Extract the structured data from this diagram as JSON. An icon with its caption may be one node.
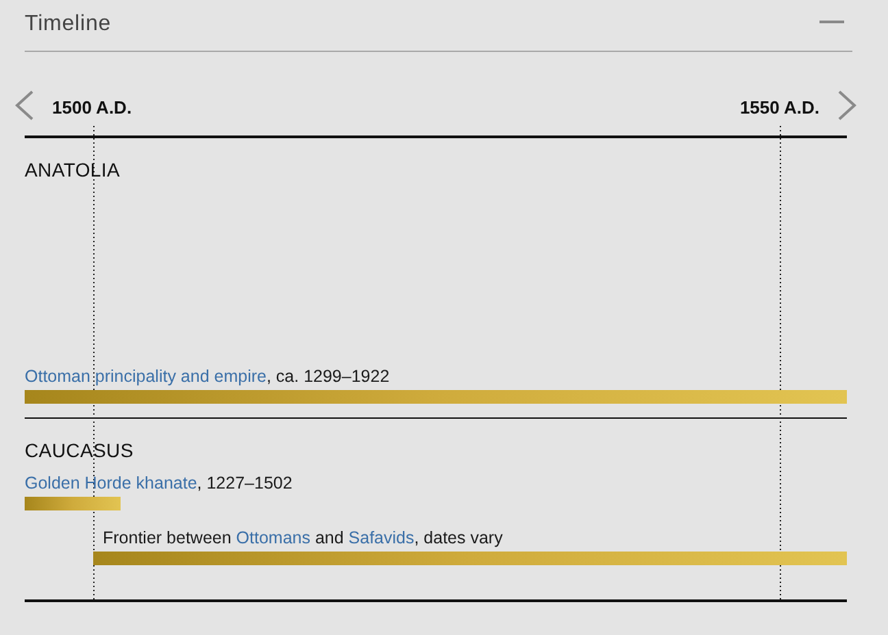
{
  "diagram": {
    "title": "Timeline",
    "nodes": [
      {
        "text": [
          "ANATOLIA"
        ]
      },
      {
        "text": [
          "*Ottoman principality and empire*, ca. 1299–1922"
        ],
        "in": 0
      },
      {
        "text": [
          "CAUCASUS"
        ]
      },
      {
        "text": [
          "*Golden Horde khanate*, 1227–1502"
        ],
        "in": 2
      },
      {
        "text": [
          "Frontier between *Ottomans* and *Safavids*, dates vary"
        ],
        "in": 2
      }
    ],
    "labels": [
      "1500 A.D.",
      "1550 A.D."
    ]
  }
}
